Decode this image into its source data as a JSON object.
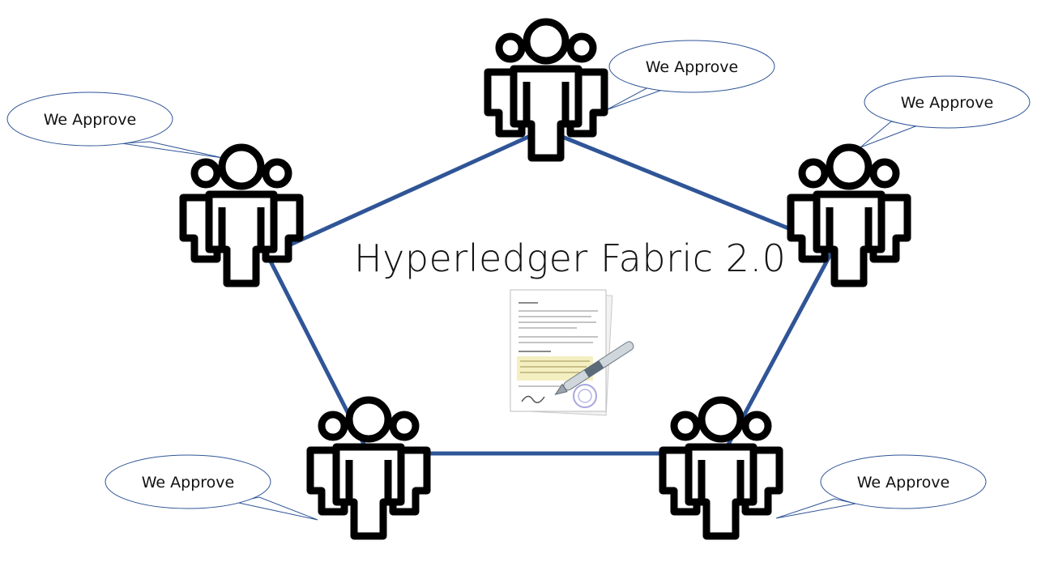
{
  "title": "Hyperledger Fabric 2.0",
  "colors": {
    "edge": "#2f5597",
    "bubble_border": "#2f5597",
    "icon": "#000000",
    "background": "#ffffff"
  },
  "nodes": [
    {
      "name": "org-top",
      "icon": "group-of-people-icon",
      "bubble": "We Approve"
    },
    {
      "name": "org-left",
      "icon": "group-of-people-icon",
      "bubble": "We Approve"
    },
    {
      "name": "org-right",
      "icon": "group-of-people-icon",
      "bubble": "We Approve"
    },
    {
      "name": "org-bottom-left",
      "icon": "group-of-people-icon",
      "bubble": "We Approve"
    },
    {
      "name": "org-bottom-right",
      "icon": "group-of-people-icon",
      "bubble": "We Approve"
    }
  ],
  "edges": [
    [
      "org-top",
      "org-right"
    ],
    [
      "org-right",
      "org-bottom-right"
    ],
    [
      "org-bottom-right",
      "org-bottom-left"
    ],
    [
      "org-bottom-left",
      "org-left"
    ],
    [
      "org-left",
      "org-top"
    ]
  ],
  "center_icon": "signed-contract-document-icon"
}
